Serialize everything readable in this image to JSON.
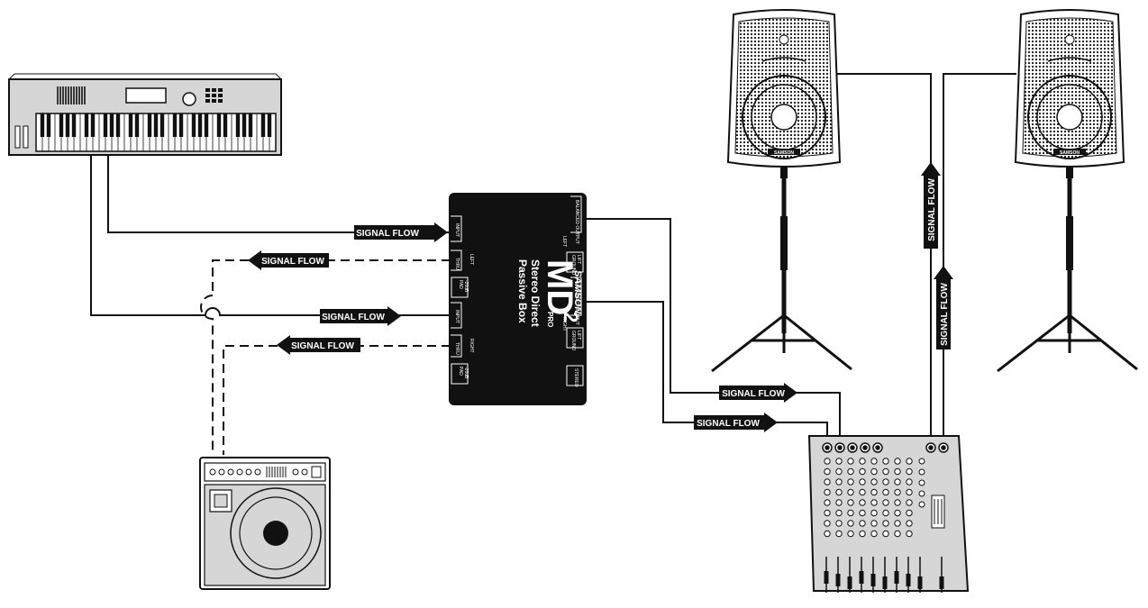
{
  "diagram": {
    "arrow_label": "SIGNAL FLOW",
    "di_box": {
      "brand": "SAMSON",
      "model_main": "MD",
      "model_sup": "2",
      "model_sub": "PRO",
      "line1": "Stereo Direct",
      "line2": "Passive Box",
      "input_label": "INPUT",
      "thru_label": "THRU",
      "left_label": "LEFT",
      "right_label": "RIGHT",
      "out_label": "BALANCED OUTPUT",
      "ground_label": "GROUND",
      "lift_label": "LIFT",
      "pad_label": "PAD",
      "db_label": "-20dB",
      "stereo_label": "STEREO"
    },
    "speaker_badge": "SAMSON",
    "colors": {
      "ink": "#111111",
      "paper": "#ffffff",
      "panel": "#d6d6d6"
    }
  }
}
